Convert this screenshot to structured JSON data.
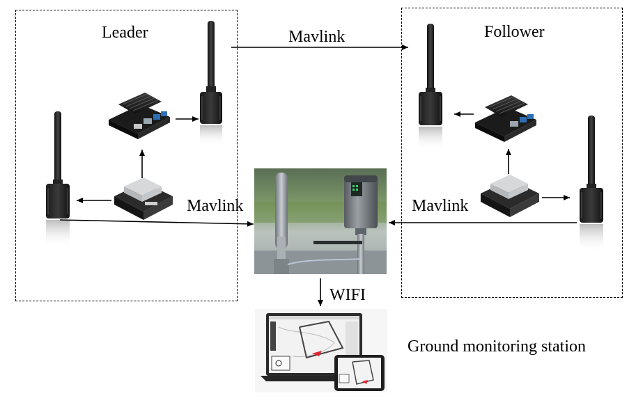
{
  "leader": {
    "label": "Leader"
  },
  "follower": {
    "label": "Follower"
  },
  "links": {
    "top": "Mavlink",
    "left": "Mavlink",
    "right": "Mavlink",
    "down": "WIFI"
  },
  "ground": {
    "label": "Ground monitoring station"
  },
  "icons": {
    "radio": "radio-transceiver-icon",
    "board": "jetson-board-icon",
    "controller": "flight-controller-icon",
    "station": "outdoor-base-station-photo",
    "laptop": "laptop-icon",
    "tablet": "tablet-icon"
  }
}
